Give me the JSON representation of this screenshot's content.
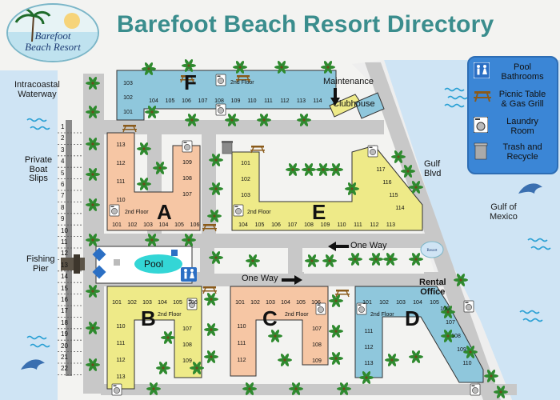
{
  "title": "Barefoot Beach Resort Directory",
  "logo": {
    "line1": "Barefoot",
    "line2": "Beach Resort"
  },
  "water": {
    "intracoastal": [
      "Intracoastal",
      "Waterway"
    ],
    "gulf": [
      "Gulf of",
      "Mexico"
    ]
  },
  "labels": {
    "private_boat_slips": [
      "Private",
      "Boat",
      "Slips"
    ],
    "fishing_pier": [
      "Fishing",
      "Pier"
    ],
    "maintenance": "Maintenance",
    "clubhouse": "Clubhouse",
    "gulf_blvd": [
      "Gulf",
      "Blvd"
    ],
    "one_way_top": "One Way",
    "one_way_bottom": "One Way",
    "pool": "Pool",
    "rental_office": [
      "Rental",
      "Office"
    ],
    "second_floor": "2nd Floor"
  },
  "boat_slips": [
    "1",
    "2",
    "3",
    "4",
    "5",
    "6",
    "7",
    "8",
    "9",
    "10",
    "11",
    "12",
    "13",
    "14",
    "15",
    "16",
    "17",
    "18",
    "19",
    "20",
    "21",
    "22"
  ],
  "buildings": {
    "F": {
      "letter": "F",
      "top": [
        "103",
        "102",
        "101"
      ],
      "row": [
        "104",
        "105",
        "106",
        "107",
        "108",
        "109",
        "110",
        "111",
        "112",
        "113",
        "114"
      ]
    },
    "A": {
      "letter": "A",
      "left": [
        "113",
        "112",
        "111",
        "110"
      ],
      "row": [
        "101",
        "102",
        "103",
        "104",
        "105",
        "106"
      ],
      "right": [
        "109",
        "108",
        "107"
      ]
    },
    "E": {
      "letter": "E",
      "left": [
        "101",
        "102",
        "103"
      ],
      "row": [
        "104",
        "105",
        "106",
        "107",
        "108",
        "109",
        "110",
        "111",
        "112",
        "113"
      ],
      "right": [
        "117",
        "116",
        "115",
        "114"
      ]
    },
    "B": {
      "letter": "B",
      "row": [
        "101",
        "102",
        "103",
        "104",
        "105",
        "106"
      ],
      "left": [
        "110",
        "111",
        "112",
        "113"
      ],
      "right": [
        "107",
        "108",
        "109"
      ]
    },
    "C": {
      "letter": "C",
      "row": [
        "101",
        "102",
        "103",
        "104",
        "105",
        "106"
      ],
      "left": [
        "110",
        "111",
        "112"
      ],
      "right": [
        "107",
        "108",
        "109"
      ]
    },
    "D": {
      "letter": "D",
      "row": [
        "101",
        "102",
        "103",
        "104",
        "105"
      ],
      "left": [
        "111",
        "112",
        "113"
      ],
      "right": [
        "106",
        "107",
        "108",
        "109",
        "110"
      ]
    }
  },
  "legend": {
    "items": [
      {
        "icon": "restroom-icon",
        "label": [
          "Pool",
          "Bathrooms"
        ]
      },
      {
        "icon": "picnic-table-icon",
        "label": [
          "Picnic Table",
          "& Gas Grill"
        ]
      },
      {
        "icon": "laundry-icon",
        "label": [
          "Laundry",
          "Room"
        ]
      },
      {
        "icon": "trash-can-icon",
        "label": [
          "Trash and",
          "Recycle"
        ]
      }
    ]
  },
  "colors": {
    "title": "#3a8d8d",
    "water": "#cfe4f4",
    "road": "#c8c8c8",
    "building_blue": "#8fc7dc",
    "building_peach": "#f6c6a4",
    "building_yellow": "#eeea88",
    "legend_bg": "#3b86d6",
    "palm": "#2f8a2f"
  }
}
